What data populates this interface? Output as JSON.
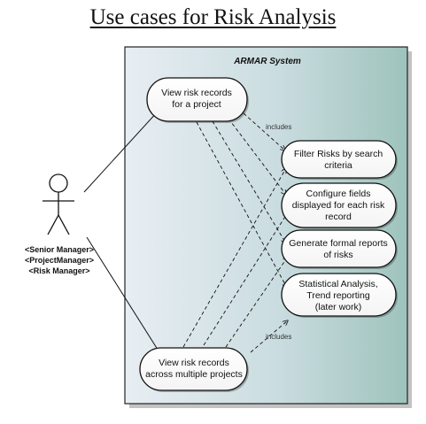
{
  "title": "Use cases for Risk Analysis",
  "system": {
    "name": "ARMAR System"
  },
  "actor": {
    "roles": [
      "<Senior Manager>",
      "<ProjectManager>",
      "<Risk Manager>"
    ]
  },
  "use_cases": {
    "view_project": [
      "View risk records",
      "for a project"
    ],
    "view_multi": [
      "View risk records",
      "across multiple projects"
    ],
    "filter": [
      "Filter Risks by search",
      "criteria"
    ],
    "configure": [
      "Configure fields",
      "displayed for each risk",
      "record"
    ],
    "reports": [
      "Generate formal reports",
      "of risks"
    ],
    "stats": [
      "Statistical Analysis,",
      "Trend reporting",
      "(later work)"
    ]
  },
  "relations": {
    "top_label": "includes",
    "bottom_label": "includes"
  },
  "colors": {
    "system_light": "#e8eef3",
    "system_dark": "#9ec3bc",
    "border": "#222222"
  }
}
